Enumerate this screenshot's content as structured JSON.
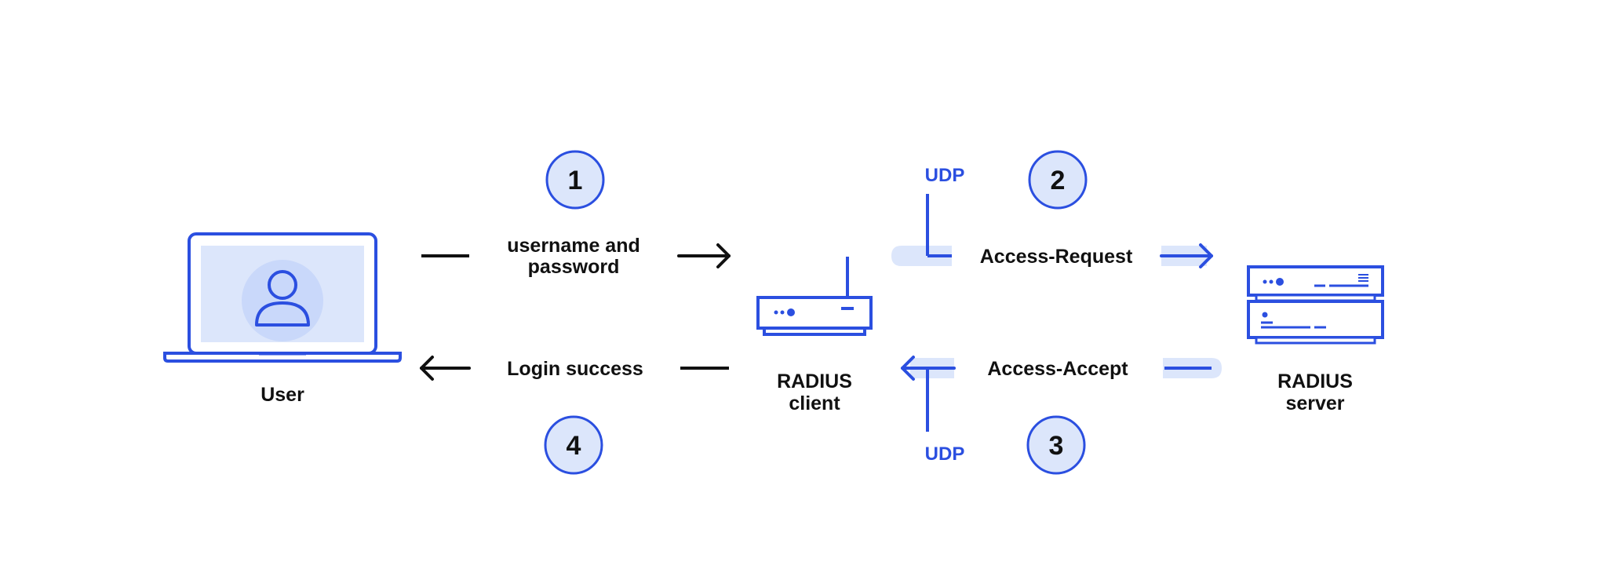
{
  "colors": {
    "accent": "#2b4fe0",
    "accent_light": "#dce6fb",
    "text": "#111111"
  },
  "nodes": {
    "user": {
      "label": "User",
      "icon": "laptop-user-icon"
    },
    "client": {
      "label_line1": "RADIUS",
      "label_line2": "client",
      "icon": "router-icon"
    },
    "server": {
      "label_line1": "RADIUS",
      "label_line2": "server",
      "icon": "server-rack-icon"
    }
  },
  "steps": [
    {
      "number": "1",
      "label_line1": "username and",
      "label_line2": "password"
    },
    {
      "number": "2",
      "label": "Access-Request",
      "protocol": "UDP"
    },
    {
      "number": "3",
      "label": "Access-Accept",
      "protocol": "UDP"
    },
    {
      "number": "4",
      "label": "Login success"
    }
  ]
}
